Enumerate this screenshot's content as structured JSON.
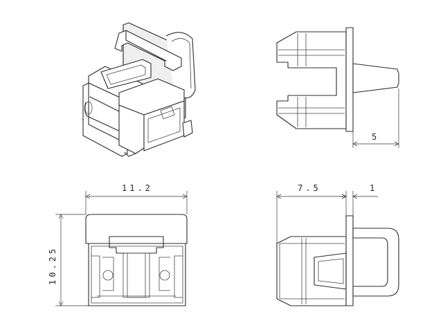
{
  "dimensions": {
    "right_protrusion": "5",
    "width": "11.2",
    "depth": "7.5",
    "flange": "1",
    "height": "10.25"
  }
}
